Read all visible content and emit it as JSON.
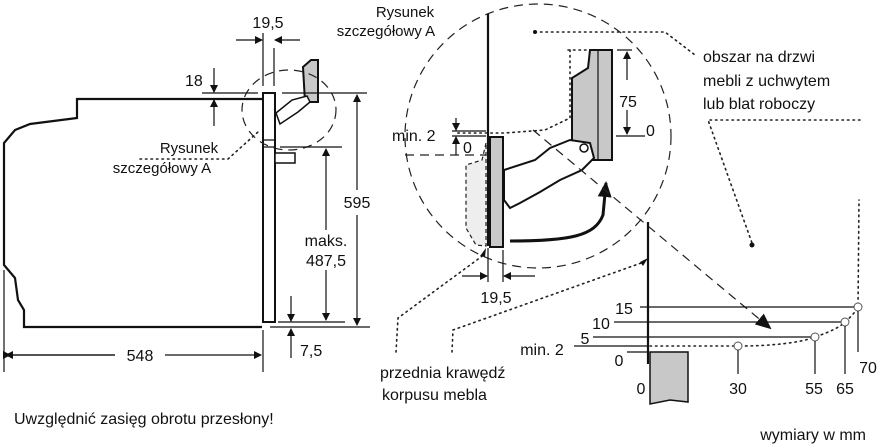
{
  "oven_side_view": {
    "dim_width": "548",
    "dim_height": "595",
    "dim_max_label": "maks.",
    "dim_max_value": "487,5",
    "dim_top": "18",
    "dim_door": "19,5",
    "dim_bottom": "7,5",
    "detail_ref_top_line1": "Rysunek",
    "detail_ref_top_line2": "szczegółowy A",
    "detail_ref_line1": "Rysunek",
    "detail_ref_line2": "szczegółowy A"
  },
  "detail_a": {
    "min_gap": "min. 2",
    "zero_left": "0",
    "door_thickness": "19,5",
    "handle_height": "75",
    "handle_zero": "0",
    "furniture_area": [
      "obszar na drzwi",
      "mebli z uchwytem",
      "lub blat roboczy"
    ],
    "front_edge": [
      "przednia krawędź",
      "korpusu mebla"
    ]
  },
  "clearance_chart": {
    "y_labels": [
      "15",
      "10",
      "5",
      "min. 2",
      "0"
    ],
    "x_labels": [
      "0",
      "30",
      "55",
      "65",
      "70"
    ]
  },
  "footer": {
    "warning": "Uwzględnić zasięg obrotu przesłony!",
    "units": "wymiary w mm"
  },
  "colors": {
    "line": "#111111",
    "fill_gray": "#c8c8c8"
  }
}
